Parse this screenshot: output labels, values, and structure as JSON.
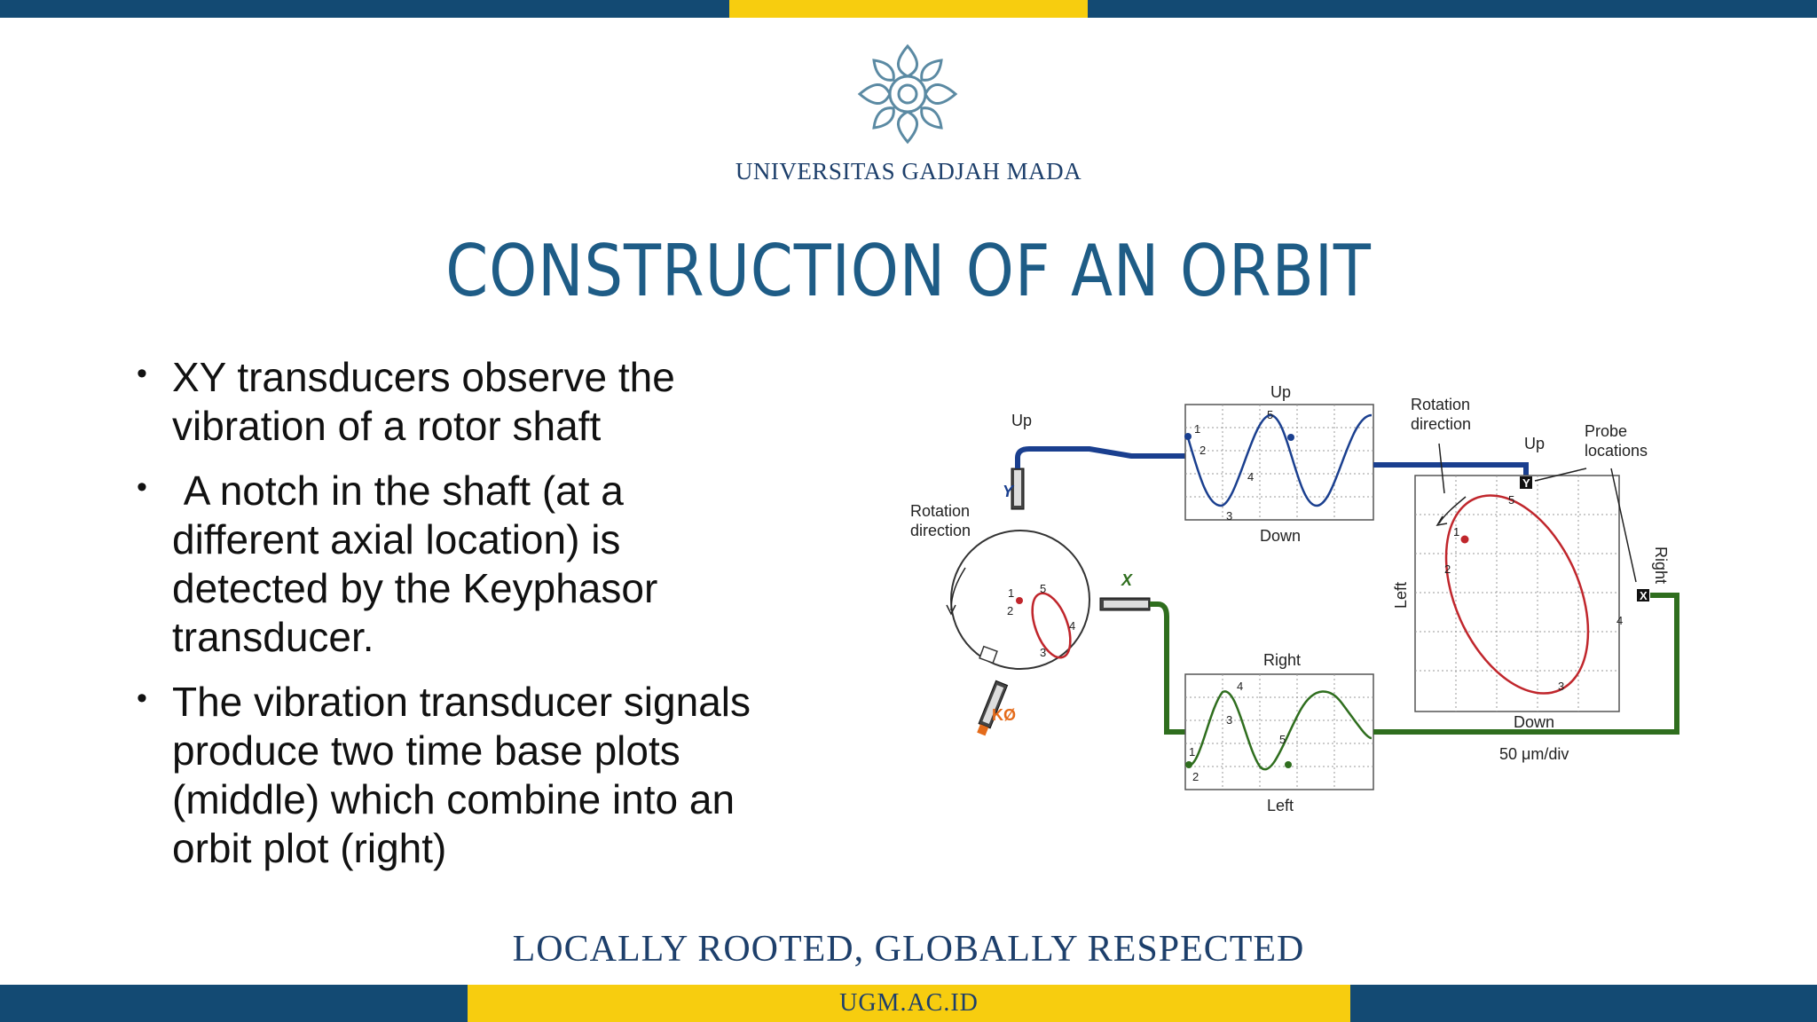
{
  "header": {
    "university": "UNIVERSITAS GADJAH MADA",
    "title": "CONSTRUCTION OF AN ORBIT"
  },
  "bullets": [
    "XY transducers observe the vibration of a rotor shaft",
    " A notch in the shaft (at a different axial location) is detected by the Keyphasor transducer.",
    "The vibration transducer signals produce two time base plots (middle) which combine into an orbit plot (right)"
  ],
  "diagram": {
    "rotor_rotation_label": "Rotation\ndirection",
    "y_probe_label": "Y",
    "y_probe_up": "Up",
    "x_probe_label": "X",
    "keyphasor_label": "KØ",
    "y_plot_top": "Up",
    "y_plot_bottom": "Down",
    "x_plot_top": "Right",
    "x_plot_bottom": "Left",
    "orbit_rotation_label": "Rotation\ndirection",
    "orbit_up": "Up",
    "orbit_down": "Down",
    "orbit_left": "Left",
    "orbit_right": "Right",
    "probe_locations_label": "Probe\nlocations",
    "orbit_y_marker": "Y",
    "orbit_x_marker": "X",
    "scale": "50 μm/div",
    "point_labels": [
      "1",
      "2",
      "3",
      "4",
      "5"
    ],
    "colors": {
      "y_signal": "#1a3f8f",
      "x_signal": "#2f6e1e",
      "orbit": "#c0262c",
      "keyphasor": "#e46b1a"
    }
  },
  "footer": {
    "tagline": "LOCALLY ROOTED, GLOBALLY RESPECTED",
    "url": "UGM.AC.ID"
  }
}
